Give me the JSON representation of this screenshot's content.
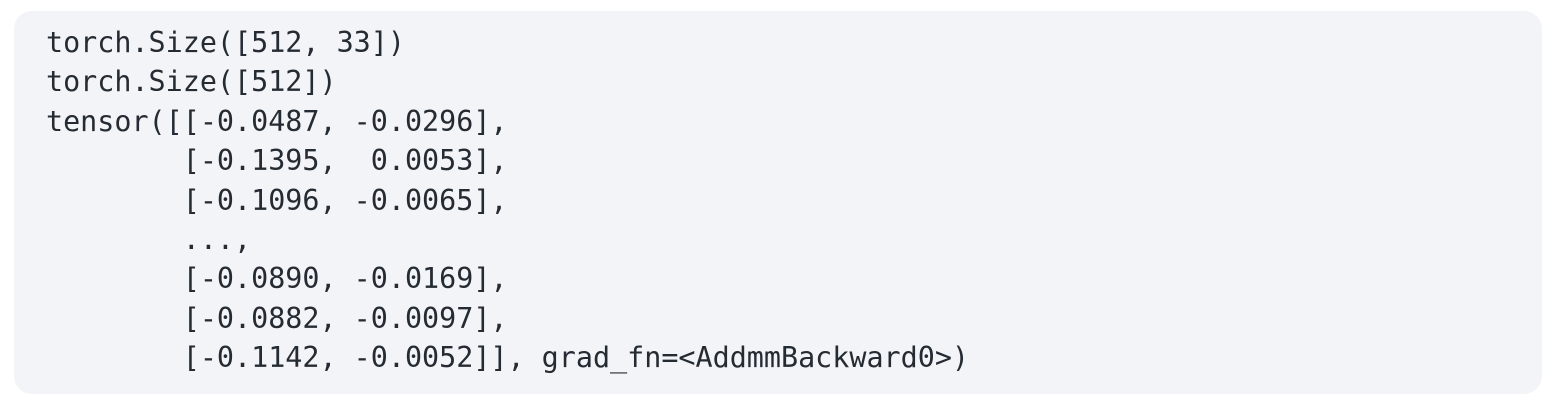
{
  "colors": {
    "page_background": "#ffffff",
    "block_background": "#f3f4f8",
    "code_text": "#252b33"
  },
  "code_output": {
    "kind": "pytorch-console-output",
    "text": "torch.Size([512, 33])\ntorch.Size([512])\ntensor([[-0.0487, -0.0296],\n        [-0.1395,  0.0053],\n        [-0.1096, -0.0065],\n        ...,\n        [-0.0890, -0.0169],\n        [-0.0882, -0.0097],\n        [-0.1142, -0.0052]], grad_fn=<AddmmBackward0>)",
    "lines": [
      "torch.Size([512, 33])",
      "torch.Size([512])",
      "tensor([[-0.0487, -0.0296],",
      "        [-0.1395,  0.0053],",
      "        [-0.1096, -0.0065],",
      "        ...,",
      "        [-0.0890, -0.0169],",
      "        [-0.0882, -0.0097],",
      "        [-0.1142, -0.0052]], grad_fn=<AddmmBackward0>)"
    ],
    "tensor_values": [
      [
        -0.0487,
        -0.0296
      ],
      [
        -0.1395,
        0.0053
      ],
      [
        -0.1096,
        -0.0065
      ],
      [
        -0.089,
        -0.0169
      ],
      [
        -0.0882,
        -0.0097
      ],
      [
        -0.1142,
        -0.0052
      ]
    ],
    "shapes": [
      "[512, 33]",
      "[512]"
    ],
    "grad_fn": "AddmmBackward0"
  }
}
